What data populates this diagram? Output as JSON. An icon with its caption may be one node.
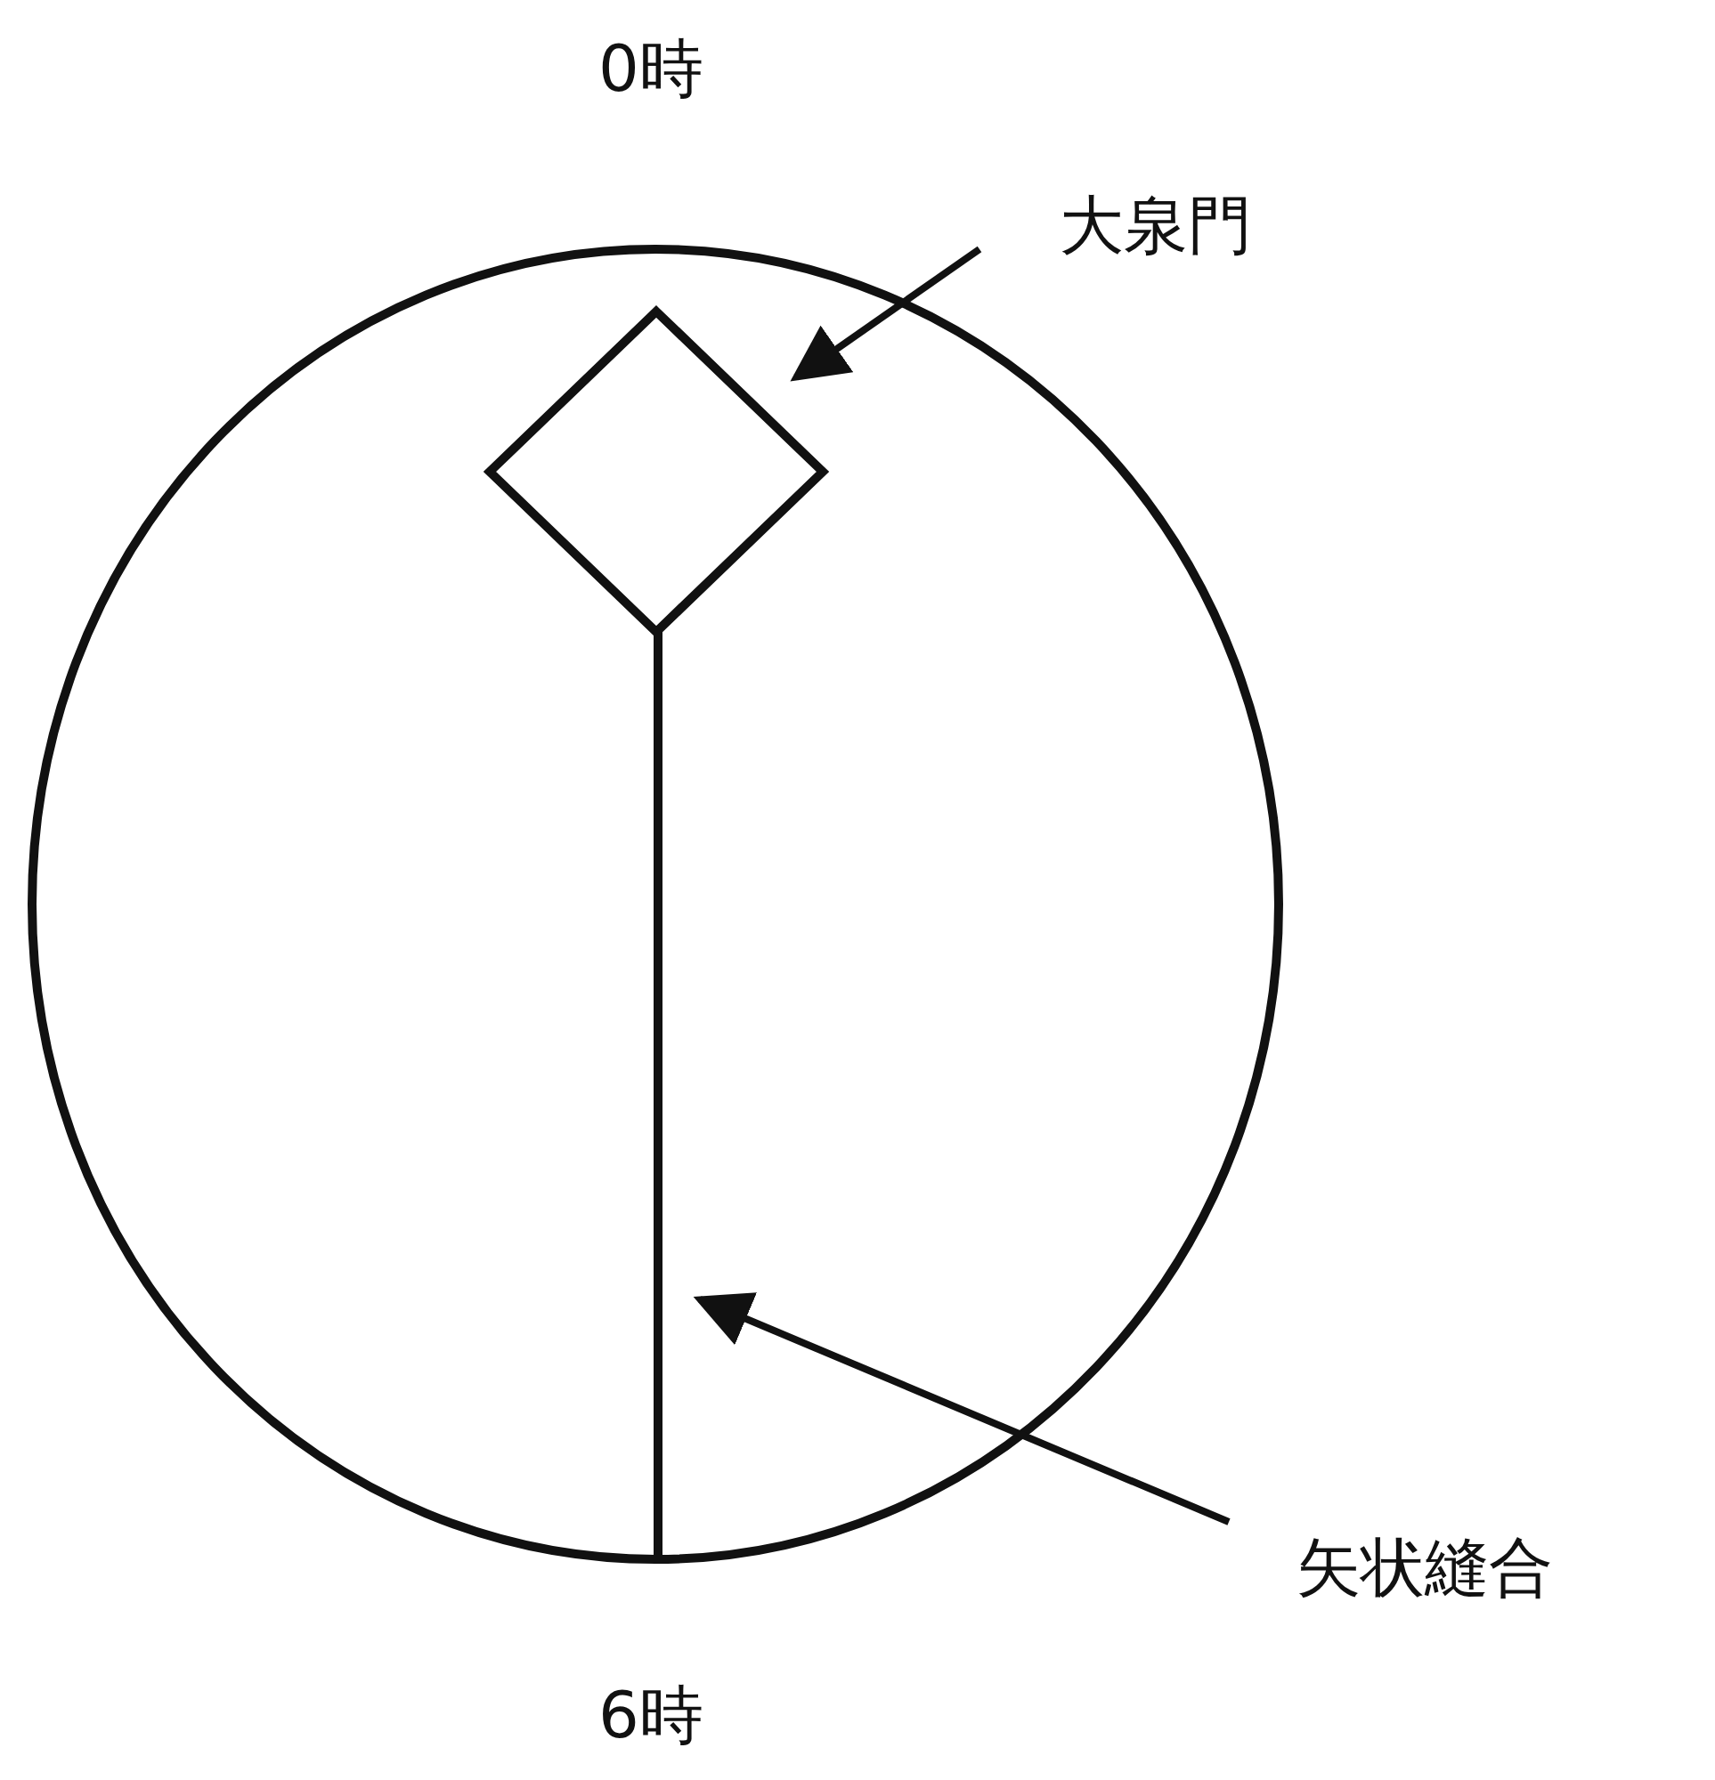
{
  "diagram": {
    "nodes": [
      {
        "text": [
          "大泉門"
        ]
      },
      {
        "text": [],
        "shape": "diamond"
      },
      {
        "text": [
          "矢状縫合"
        ]
      },
      {
        "text": [],
        "shape": "line"
      }
    ],
    "edges": [
      {
        "from": 0,
        "to": 1,
        "arrow": "to"
      },
      {
        "from": 2,
        "to": 3,
        "arrow": "to"
      }
    ],
    "labels": [
      "0時",
      "6時"
    ]
  }
}
